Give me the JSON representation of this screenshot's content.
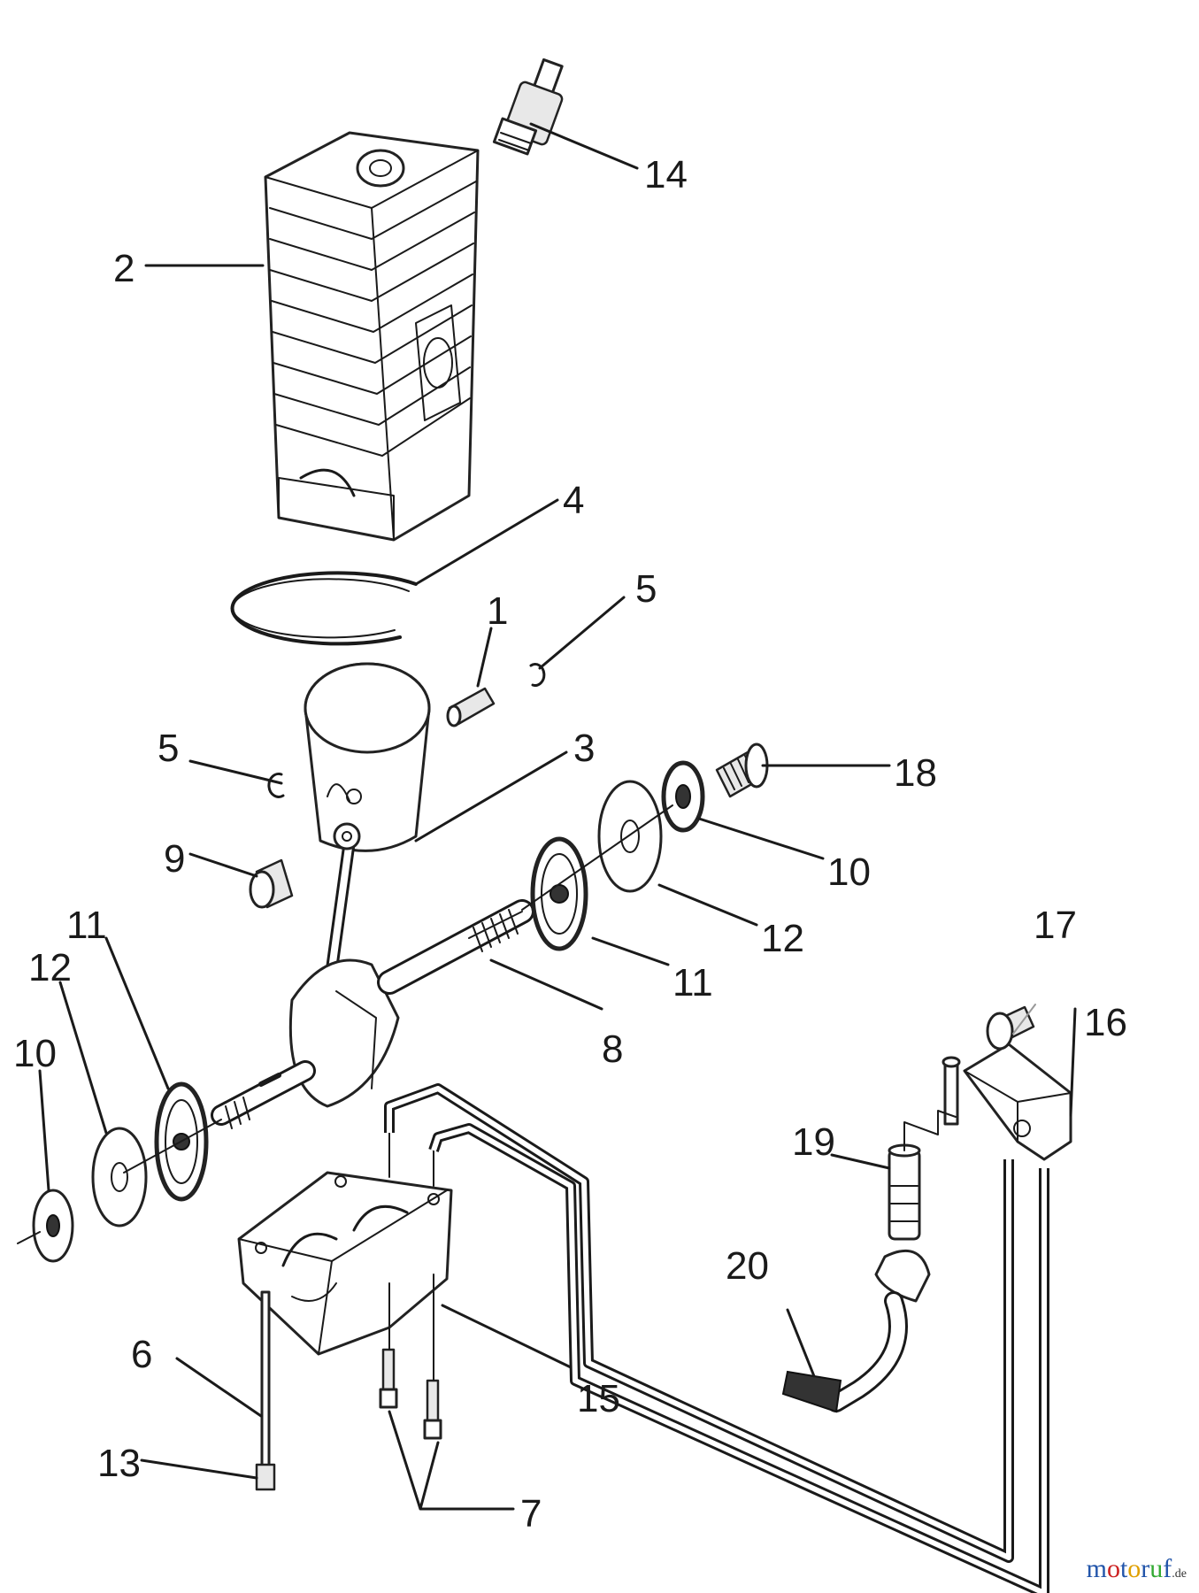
{
  "callouts": [
    {
      "id": "1",
      "label": "1"
    },
    {
      "id": "2",
      "label": "2"
    },
    {
      "id": "3",
      "label": "3"
    },
    {
      "id": "4",
      "label": "4"
    },
    {
      "id": "5a",
      "label": "5"
    },
    {
      "id": "5b",
      "label": "5"
    },
    {
      "id": "6",
      "label": "6"
    },
    {
      "id": "7",
      "label": "7"
    },
    {
      "id": "8",
      "label": "8"
    },
    {
      "id": "9",
      "label": "9"
    },
    {
      "id": "10a",
      "label": "10"
    },
    {
      "id": "10b",
      "label": "10"
    },
    {
      "id": "11a",
      "label": "11"
    },
    {
      "id": "11b",
      "label": "11"
    },
    {
      "id": "12a",
      "label": "12"
    },
    {
      "id": "12b",
      "label": "12"
    },
    {
      "id": "13",
      "label": "13"
    },
    {
      "id": "14",
      "label": "14"
    },
    {
      "id": "15",
      "label": "15"
    },
    {
      "id": "16",
      "label": "16"
    },
    {
      "id": "17",
      "label": "17"
    },
    {
      "id": "18",
      "label": "18"
    },
    {
      "id": "19",
      "label": "19"
    },
    {
      "id": "20",
      "label": "20"
    }
  ],
  "watermark": {
    "parts": [
      {
        "text": "m",
        "color": "#2255aa"
      },
      {
        "text": "o",
        "color": "#cc2222"
      },
      {
        "text": "t",
        "color": "#2255aa"
      },
      {
        "text": "o",
        "color": "#e0a000"
      },
      {
        "text": "r",
        "color": "#2255aa"
      },
      {
        "text": "u",
        "color": "#33aa33"
      },
      {
        "text": "f",
        "color": "#2255aa"
      }
    ],
    "tld": ".de"
  }
}
